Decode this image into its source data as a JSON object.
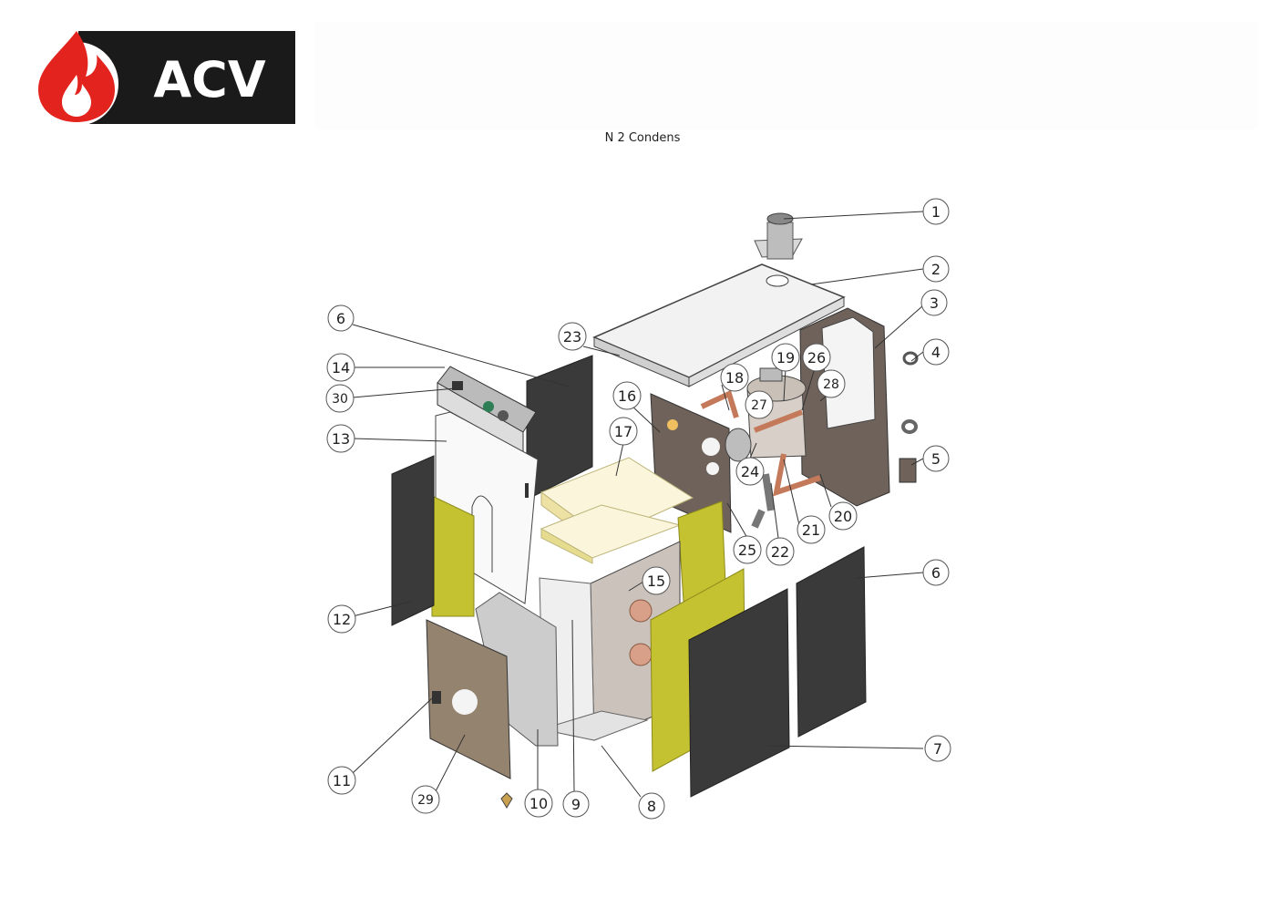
{
  "brand": {
    "logo_text": "ACV",
    "logo_icon": "flame-icon"
  },
  "document": {
    "title": "N 2 Condens"
  },
  "callouts": [
    "1",
    "2",
    "3",
    "4",
    "5",
    "6",
    "7",
    "8",
    "9",
    "10",
    "11",
    "12",
    "13",
    "14",
    "15",
    "16",
    "17",
    "18",
    "19",
    "20",
    "21",
    "22",
    "23",
    "24",
    "25",
    "26",
    "27",
    "28",
    "29",
    "30",
    "6"
  ],
  "colors": {
    "brand_red": "#e3231d",
    "brand_black": "#1a1a1a",
    "insulation_yellow": "#c4c230",
    "panel_dark": "#3a3a3a",
    "panel_brown": "#6e625a",
    "copper": "#c47a5a"
  }
}
